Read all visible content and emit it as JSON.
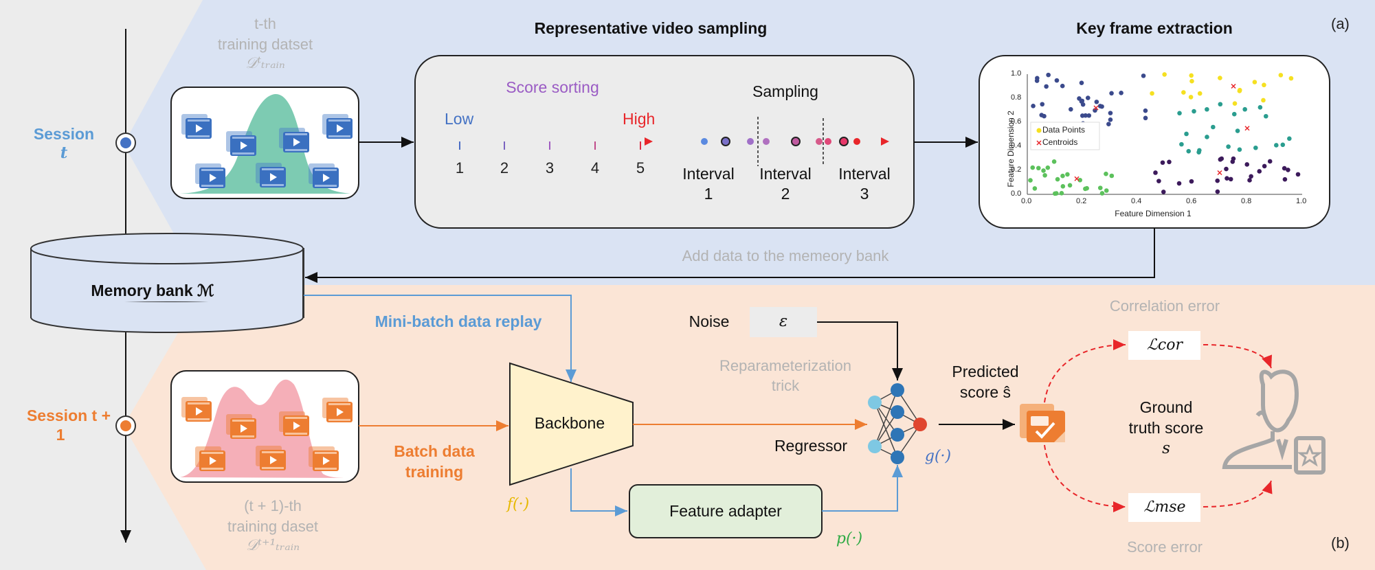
{
  "panel_a": {
    "tag": "(a)",
    "session_label": "Session",
    "session_var": "t",
    "dataset_line1": "t-th",
    "dataset_line2": "training datset",
    "dataset_symbol": "𝒟ᵗₜᵣₐᵢₙ",
    "sampling": {
      "title": "Representative video sampling",
      "score_sorting": "Score sorting",
      "low": "Low",
      "high": "High",
      "ticks": [
        "1",
        "2",
        "3",
        "4",
        "5"
      ],
      "sampling_label": "Sampling",
      "intervals": [
        {
          "word": "Interval",
          "num": "1"
        },
        {
          "word": "Interval",
          "num": "2"
        },
        {
          "word": "Interval",
          "num": "3"
        }
      ]
    },
    "keyframe": {
      "title": "Key frame extraction",
      "xlabel": "Feature Dimension 1",
      "ylabel": "Feature Dimension 2",
      "xticks": [
        "0.0",
        "0.2",
        "0.4",
        "0.6",
        "0.8",
        "1.0"
      ],
      "yticks": [
        "0.0",
        "0.2",
        "0.4",
        "0.6",
        "0.8",
        "1.0"
      ],
      "legend": [
        "Data Points",
        "Centroids"
      ]
    },
    "add_data": "Add data to the memeory bank",
    "memory_bank": "Memory bank ℳ"
  },
  "panel_b": {
    "tag": "(b)",
    "session_label": "Session t +",
    "session_num": "1",
    "replay": "Mini-batch data replay",
    "batch_line1": "Batch data",
    "batch_line2": "training",
    "dataset_line1": "(t + 1)-th",
    "dataset_line2": "training daset",
    "dataset_symbol": "𝒟ᵗ⁺¹ₜᵣₐᵢₙ",
    "backbone": "Backbone",
    "backbone_fn": "f(·)",
    "adapter": "Feature adapter",
    "adapter_fn": "p(·)",
    "noise": "Noise",
    "epsilon": "ε",
    "reparam_line1": "Reparameterization",
    "reparam_line2": "trick",
    "regressor": "Regressor",
    "regressor_fn": "g(·)",
    "predicted_line1": "Predicted",
    "predicted_line2": "score ŝ",
    "correlation_error": "Correlation error",
    "score_error": "Score error",
    "loss_cor": "ℒcor",
    "loss_mse": "ℒmse",
    "gt_line1": "Ground",
    "gt_line2": "truth score",
    "gt_var": "s"
  },
  "colors": {
    "panel_a_bg": "#dae3f3",
    "panel_b_bg": "#fbe5d6",
    "blue_text": "#5b9bd5",
    "orange_text": "#ed7d31",
    "teal_curve": "#66c2a5",
    "pink_curve": "#f4a6b0"
  }
}
